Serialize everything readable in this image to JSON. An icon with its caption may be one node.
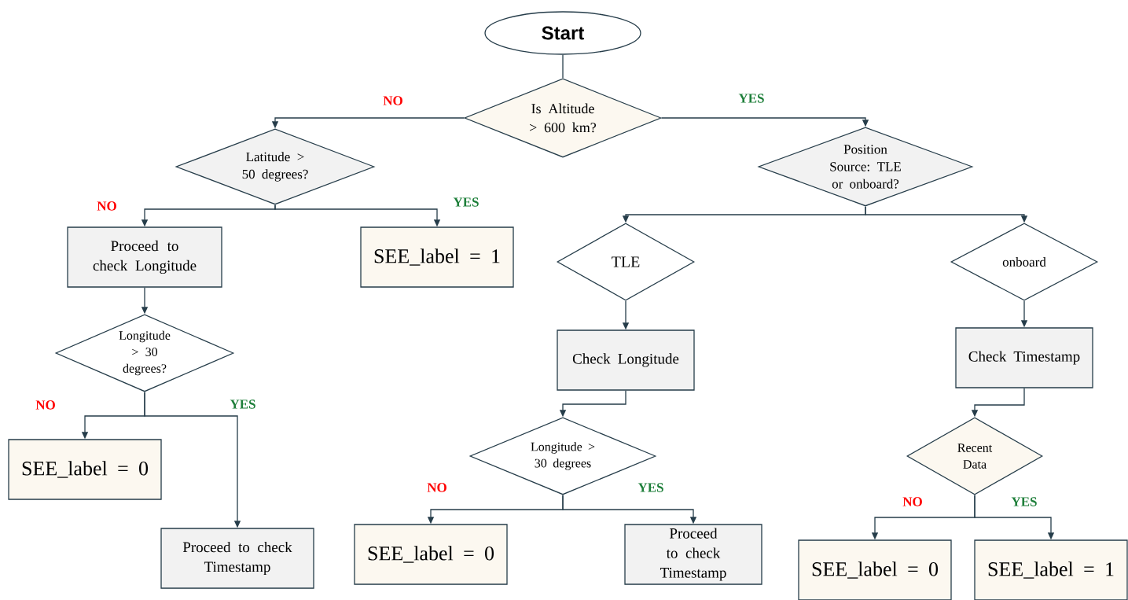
{
  "diagram": {
    "nodes": [
      {
        "text": [
          "Start"
        ]
      },
      {
        "text": [
          "Is Altitude > 600 km?"
        ]
      },
      {
        "text": [
          "Latitude > 50 degrees?"
        ]
      },
      {
        "text": [
          "Position Source: TLE or onboard?"
        ]
      },
      {
        "text": [
          "Proceed to check Longitude"
        ]
      },
      {
        "text": [
          "SEE_label = 1"
        ]
      },
      {
        "text": [
          "TLE"
        ]
      },
      {
        "text": [
          "onboard"
        ]
      },
      {
        "text": [
          "Longitude > 30 degrees?"
        ]
      },
      {
        "text": [
          "Check Longitude"
        ]
      },
      {
        "text": [
          "Check Timestamp"
        ]
      },
      {
        "text": [
          "SEE_label = 0"
        ]
      },
      {
        "text": [
          "Longitude > 30 degrees"
        ]
      },
      {
        "text": [
          "Recent Data"
        ]
      },
      {
        "text": [
          "Proceed to check Timestamp"
        ]
      },
      {
        "text": [
          "SEE_label = 0"
        ]
      },
      {
        "text": [
          "Proceed to check Timestamp"
        ]
      },
      {
        "text": [
          "SEE_label = 0"
        ]
      },
      {
        "text": [
          "SEE_label = 1"
        ]
      }
    ],
    "edges": [
      {
        "from": 0,
        "to": 1,
        "arrow": "none"
      },
      {
        "from": 1,
        "to": 2,
        "arrow": "to",
        "label": "NO"
      },
      {
        "from": 1,
        "to": 3,
        "arrow": "to",
        "label": "YES"
      },
      {
        "from": 2,
        "to": 4,
        "arrow": "to",
        "label": "NO"
      },
      {
        "from": 2,
        "to": 5,
        "arrow": "to",
        "label": "YES"
      },
      {
        "from": 3,
        "to": 6,
        "arrow": "to"
      },
      {
        "from": 3,
        "to": 7,
        "arrow": "to"
      },
      {
        "from": 4,
        "to": 8,
        "arrow": "to"
      },
      {
        "from": 8,
        "to": 11,
        "arrow": "to",
        "label": "NO"
      },
      {
        "from": 8,
        "to": 14,
        "arrow": "to",
        "label": "YES"
      },
      {
        "from": 6,
        "to": 9,
        "arrow": "to"
      },
      {
        "from": 9,
        "to": 12,
        "arrow": "to"
      },
      {
        "from": 12,
        "to": 15,
        "arrow": "to",
        "label": "NO"
      },
      {
        "from": 12,
        "to": 16,
        "arrow": "to",
        "label": "YES"
      },
      {
        "from": 7,
        "to": 10,
        "arrow": "to"
      },
      {
        "from": 10,
        "to": 13,
        "arrow": "to"
      },
      {
        "from": 13,
        "to": 17,
        "arrow": "to",
        "label": "NO"
      },
      {
        "from": 13,
        "to": 18,
        "arrow": "to",
        "label": "YES"
      }
    ]
  }
}
